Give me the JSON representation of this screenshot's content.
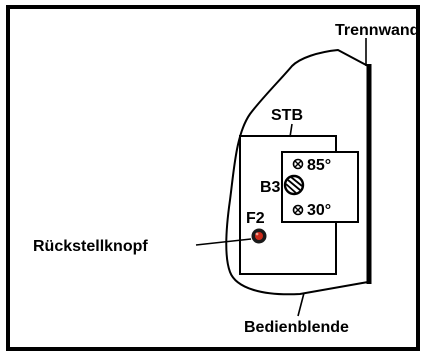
{
  "labels": {
    "trennwand": "Trennwand",
    "stb": "STB",
    "b3": "B3",
    "temp_high": "85°",
    "temp_low": "30°",
    "f2": "F2",
    "rueckstellknopf": "Rückstellknopf",
    "bedienblende": "Bedienblende"
  },
  "colors": {
    "line": "#000000",
    "background": "#ffffff",
    "reset_button": "#cc2a1a"
  }
}
